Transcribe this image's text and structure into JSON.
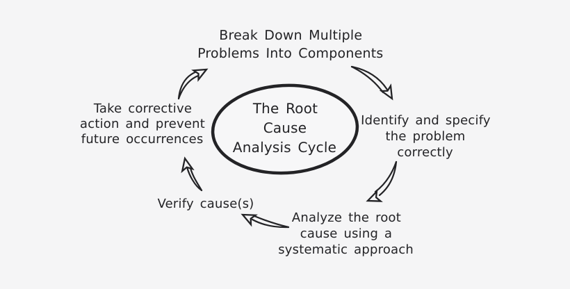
{
  "colors": {
    "bg": "#f5f5f6",
    "ink": "#232326",
    "ellipseFill": "#f7f7f8"
  },
  "diagram": {
    "title": "The Root Cause Analysis Cycle",
    "center_label": "The Root\nCause\nAnalysis Cycle",
    "steps": [
      {
        "name": "break-down-problems",
        "position": "top",
        "text": "Break Down Multiple\nProblems Into Components"
      },
      {
        "name": "identify-problem",
        "position": "right",
        "text": "Identify and specify\nthe problem\ncorrectly"
      },
      {
        "name": "analyze-root-cause",
        "position": "bottom-right",
        "text": "Analyze the root\ncause using a\nsystematic approach"
      },
      {
        "name": "verify-causes",
        "position": "bottom-left",
        "text": "Verify cause(s)"
      },
      {
        "name": "take-corrective-action",
        "position": "left",
        "text": "Take corrective\naction and prevent\nfuture occurrences"
      }
    ],
    "arrows": [
      {
        "name": "arrow-corrective-to-breakdown",
        "direction": "up-right"
      },
      {
        "name": "arrow-breakdown-to-identify",
        "direction": "down-right"
      },
      {
        "name": "arrow-identify-to-analyze",
        "direction": "down-left"
      },
      {
        "name": "arrow-analyze-to-verify",
        "direction": "up-left"
      },
      {
        "name": "arrow-verify-to-corrective",
        "direction": "up"
      }
    ]
  }
}
